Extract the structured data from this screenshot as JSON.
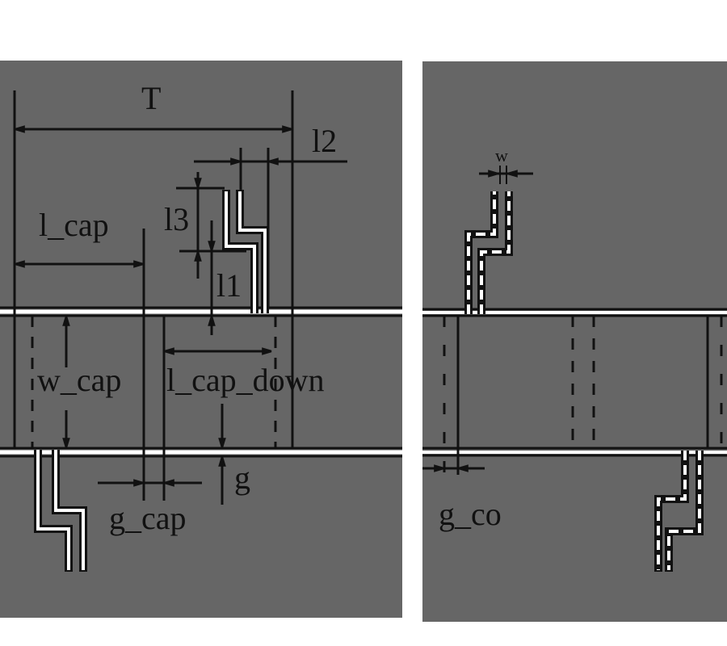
{
  "colors": {
    "background": "#ffffff",
    "panel": "#666666",
    "line": "#111111",
    "conductor": "#ffffff"
  },
  "left_panel": {
    "labels": {
      "T": "T",
      "l2": "l2",
      "l3": "l3",
      "l1": "l1",
      "l_cap": "l_cap",
      "w_cap": "w_cap",
      "l_cap_down": "l_cap_down",
      "g": "g",
      "g_cap": "g_cap"
    }
  },
  "right_panel": {
    "labels": {
      "w": "w",
      "g_co": "g_co"
    }
  }
}
